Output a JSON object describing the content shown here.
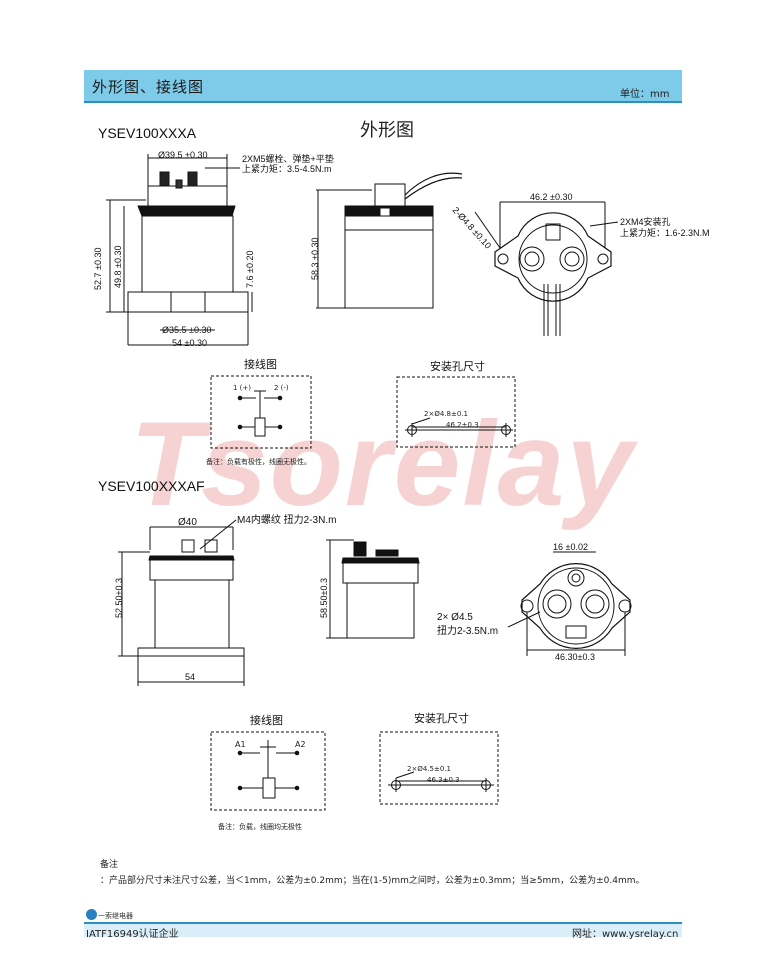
{
  "header": {
    "title": "外形图、接线图",
    "unit": "单位：mm"
  },
  "main_title": "外形图",
  "watermark": "Tsorelay",
  "section1": {
    "model": "YSEV100XXXA",
    "dims": {
      "top_dia": "Ø39.5 ±0.30",
      "screw_note_1": "2XM5螺栓、弹垫+平垫",
      "screw_note_2": "上紧力矩：3.5-4.5N.m",
      "h_total": "52.7 ±0.30",
      "h_body": "49.8 ±0.30",
      "h_flange": "7.6 ±0.20",
      "bottom_dia": "Ø35.5 ±0.30",
      "width": "54 ±0.30",
      "side_height": "58.3 ±0.30",
      "hole_span": "46.2 ±0.30",
      "hole_dia": "2-Ø4.8 ±0.10",
      "mount_note_1": "2XM4安装孔",
      "mount_note_2": "上紧力矩：1.6-2.3N.M"
    },
    "wiring": {
      "title": "接线图",
      "pin1": "1 (+)",
      "pin2": "2 (-)",
      "note": "备注：负载有极性，线圈无极性。"
    },
    "mounting": {
      "title": "安装孔尺寸",
      "hole": "2×Ø4.8±0.1",
      "span": "46.2±0.3"
    }
  },
  "section2": {
    "model": "YSEV100XXXAF",
    "dims": {
      "top_dia": "Ø40",
      "thread_note": "M4内螺纹  扭力2-3N.m",
      "h_total": "52.50±0.3",
      "width": "54",
      "side_height": "58.50±0.3",
      "top_span": "16 ±0.02",
      "hole_note_1": "2× Ø4.5",
      "hole_note_2": "扭力2-3.5N.m",
      "hole_span": "46.30±0.3"
    },
    "wiring": {
      "title": "接线图",
      "a1": "A1",
      "a2": "A2",
      "note": "备注：负载，线圈均无极性"
    },
    "mounting": {
      "title": "安装孔尺寸",
      "hole": "2×Ø4.5±0.1",
      "span": "46.3±0.3"
    }
  },
  "notes": {
    "title": "备注",
    "text": "：产品部分尺寸未注尺寸公差，当＜1mm，公差为±0.2mm；当在(1-5)mm之间时，公差为±0.3mm；当≥5mm，公差为±0.4mm。"
  },
  "footer": {
    "brand": "一索继电器",
    "left": "IATF16949认证企业",
    "right": "网址：www.ysrelay.cn"
  },
  "colors": {
    "header_bg": "#7ecbe9",
    "accent": "#2b8fc6",
    "watermark": "#f4c4c4"
  }
}
